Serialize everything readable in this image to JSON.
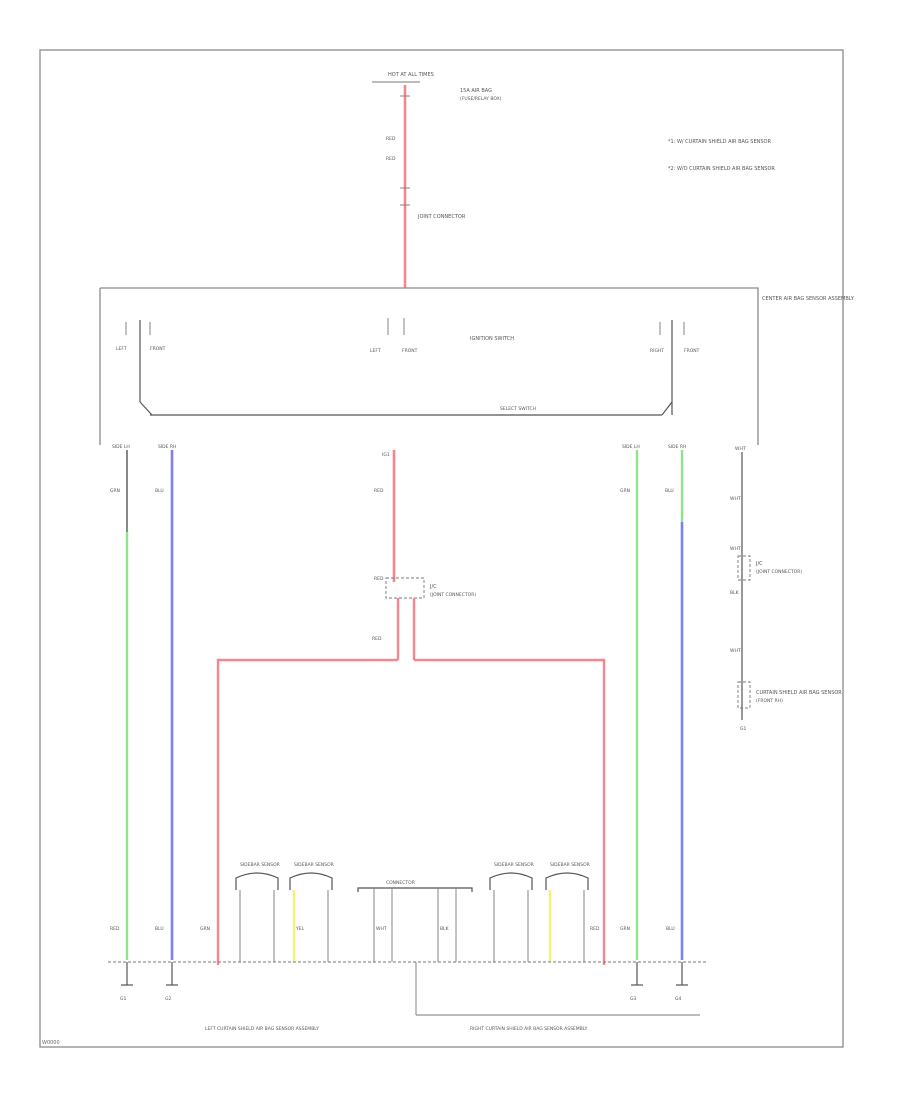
{
  "diagram": {
    "id": "W0000",
    "notes": [
      "*1: W/ CURTAIN SHIELD AIR BAG SENSOR",
      "*2: W/O CURTAIN SHIELD AIR BAG SENSOR"
    ],
    "top": {
      "connector": "HOT AT ALL TIMES",
      "fuse": "15A AIR BAG",
      "fuse_note": "(FUSE/RELAY BOX)",
      "wire_color_1": "RED",
      "wire_color_2": "RED",
      "jb_label": "JOINT CONNECTOR"
    },
    "module": {
      "name": "CENTER AIR BAG SENSOR ASSEMBLY",
      "center_label": "IGNITION SWITCH",
      "left_sw": [
        "LEFT",
        "FRONT"
      ],
      "right_sw": [
        "RIGHT",
        "FRONT"
      ],
      "center_sw": [
        "LEFT",
        "FRONT"
      ],
      "bus_label": "SELECT SWITCH",
      "pins_left": [
        "SIDE LH",
        "SIDE RH"
      ],
      "pins_center": [
        "IG1"
      ],
      "pins_right": [
        "SIDE LH",
        "SIDE RH"
      ]
    },
    "wire_colors": {
      "red": "#f3868f",
      "green": "#8fe38f",
      "blue": "#7f7ff0",
      "yellow": "#f2f27a",
      "black": "#555555"
    },
    "wires": {
      "left_green": "GRN",
      "left_blue": "BLU",
      "center_red": "RED",
      "right_green": "GRN",
      "right_blue": "BLU",
      "right_ext": "WHT"
    },
    "splice": {
      "label": "J/C",
      "note": "(JOINT CONNECTOR)",
      "in_color": "RED",
      "out_color": "RED"
    },
    "right_side": {
      "label_1": "WHT",
      "label_2": "WHT",
      "connector_1": "J/C",
      "connector_1_note": "(JOINT CONNECTOR)",
      "label_3": "BLK",
      "label_4": "WHT",
      "ground": "CURTAIN SHIELD AIR BAG SENSOR",
      "ground_note": "(FRONT RH)"
    },
    "sensors": [
      {
        "label": "SIDEBAR SENSOR"
      },
      {
        "label": "SIDEBAR SENSOR"
      },
      {
        "label": "SIDEBAR SENSOR"
      },
      {
        "label": "SIDEBAR SENSOR"
      }
    ],
    "center_connector": "CONNECTOR",
    "bottom_labels": {
      "left_assembly": "LEFT CURTAIN SHIELD AIR BAG SENSOR ASSEMBLY",
      "right_assembly": "RIGHT CURTAIN SHIELD AIR BAG SENSOR ASSEMBLY",
      "grounds": [
        "G1",
        "G2",
        "G3",
        "G4"
      ],
      "misc": [
        "RED",
        "BLU",
        "GRN",
        "YEL",
        "WHT",
        "BLK",
        "RED",
        "GRN",
        "BLU"
      ]
    }
  }
}
